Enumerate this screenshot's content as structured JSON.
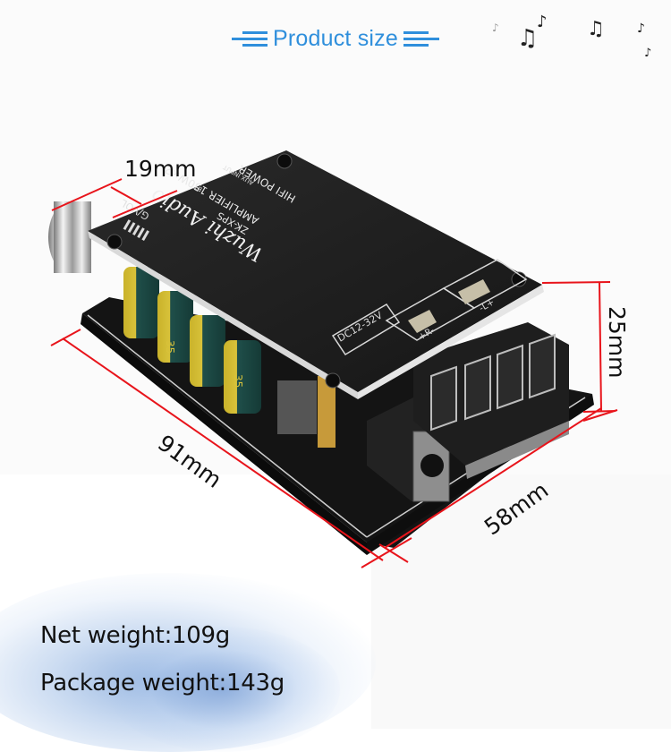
{
  "header": {
    "title": "Product size",
    "accent_color": "#2f8fdc",
    "decoration_icon": "music-notes-icon"
  },
  "product": {
    "name_script": "Wuzhi Audio",
    "label_line1": "HIFI POWER",
    "label_line2": "AMPLIFIER 150W×2",
    "model": "ZK-XPS",
    "silk_vol": "G/VOL",
    "silk_bt": "BT",
    "silk_aux": "AUX INPUT",
    "silk_dc": "DC12-32V",
    "silk_right": "+R-",
    "silk_left": "-L+",
    "capacitor_voltage": "35 V",
    "board_color": "#1c1c1c"
  },
  "dimensions": {
    "knob": "19mm",
    "height": "25mm",
    "length": "91mm",
    "width": "58mm",
    "line_color": "#e8141b"
  },
  "weights": {
    "net_label": "Net weight:",
    "net_value": "109g",
    "package_label": "Package weight:",
    "package_value": "143g"
  }
}
